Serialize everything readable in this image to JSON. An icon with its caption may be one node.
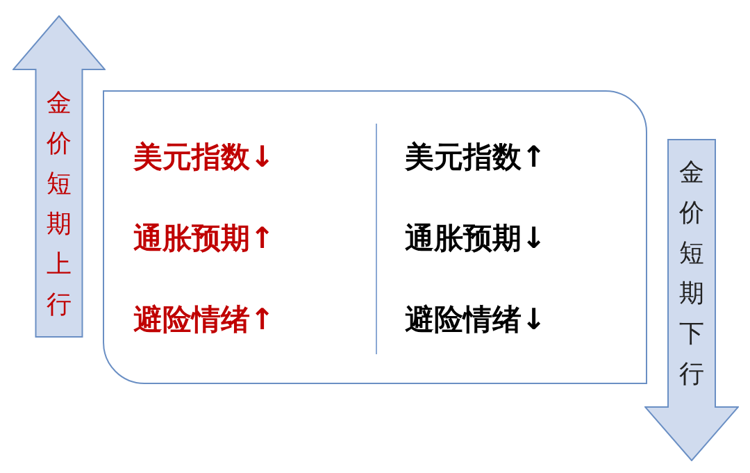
{
  "diagram": {
    "nodes": [
      {
        "text": [
          "金价短期上行"
        ]
      },
      {
        "text": [
          "美元指数↓",
          "通胀预期↑",
          "避险情绪↑",
          "美元指数↑",
          "通胀预期↓",
          "避险情绪↓"
        ]
      },
      {
        "text": [
          "金价短期下行"
        ]
      }
    ]
  }
}
